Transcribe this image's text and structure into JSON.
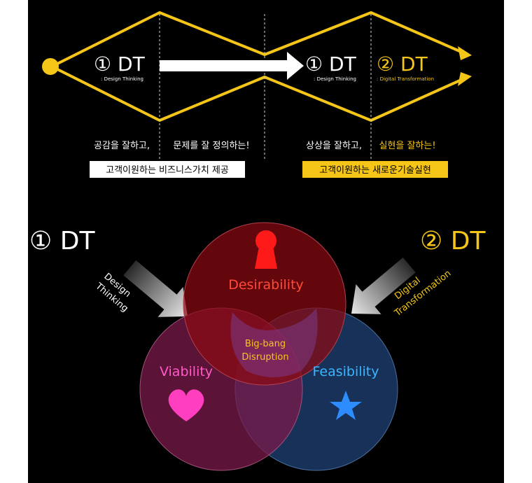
{
  "colors": {
    "accent_yellow": "#F5C518",
    "background": "#000000",
    "white": "#FFFFFF",
    "desirability_fill": "#8B0A12",
    "viability_fill": "#7A1A4A",
    "feasibility_fill": "#1A3560",
    "keyhole": "#FF1A1A",
    "heart": "#FF3FBF",
    "star": "#2D8CFF",
    "viability_text": "#FF5AC8",
    "feasibility_text": "#3BB6FF",
    "desirability_text": "#FF4A3A",
    "center_text": "#F5C518"
  },
  "top": {
    "dt1_left": {
      "label": "① DT",
      "sub": ": Design Thinking"
    },
    "dt1_right": {
      "label": "① DT",
      "sub": ": Design Thinking"
    },
    "dt2_right": {
      "label": "② DT",
      "sub": ": Digital Transformation"
    },
    "caption_empathy": "공감을 잘하고,",
    "caption_define": "문제를 잘 정의하는!",
    "caption_imagine": "상상을 잘하고,",
    "caption_realize": "실현을 잘하는!",
    "box_left": "고객이원하는 비즈니스가치 제공",
    "box_right": "고객이원하는 새로운기술실현"
  },
  "bottom": {
    "dt1": "① DT",
    "dt2": "② DT",
    "arrow_left_line1": "Design",
    "arrow_left_line2": "Thinking",
    "arrow_right_line1": "Digital",
    "arrow_right_line2": "Transformation",
    "desirability": "Desirability",
    "viability": "Viability",
    "feasibility": "Feasibility",
    "center_line1": "Big-bang",
    "center_line2": "Disruption",
    "icons": {
      "desirability": "keyhole-icon",
      "viability": "heart-icon",
      "feasibility": "star-icon"
    }
  }
}
